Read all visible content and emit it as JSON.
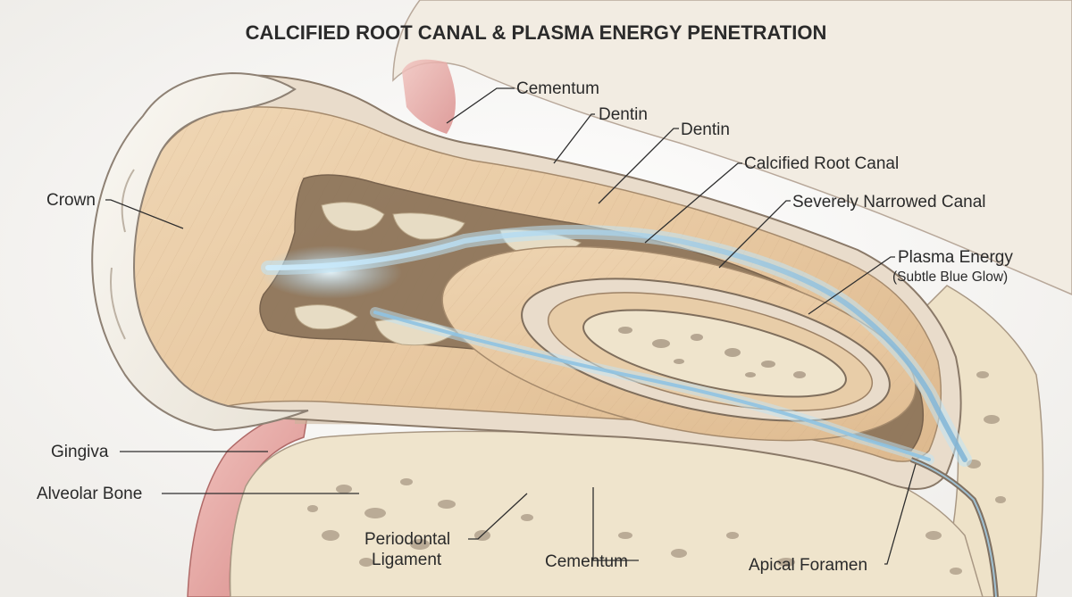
{
  "title": "CALCIFIED ROOT CANAL & PLASMA ENERGY PENETRATION",
  "labels": {
    "cementum_top": "Cementum",
    "dentin_1": "Dentin",
    "dentin_2": "Dentin",
    "calcified_root_canal": "Calcified Root Canal",
    "severely_narrowed_canal": "Severely Narrowed Canal",
    "plasma_energy": "Plasma Energy",
    "plasma_energy_sub": "(Subtle Blue Glow)",
    "crown": "Crown",
    "gingiva": "Gingiva",
    "alveolar_bone": "Alveolar Bone",
    "periodontal_line1": "Periodontal",
    "periodontal_line2": "Ligament",
    "cementum_bottom": "Cementum",
    "apical_foramen": "Apical Foramen"
  },
  "colors": {
    "dentin": "#e6c9a4",
    "enamel": "#f2eee6",
    "gingiva": "#e6a7a4",
    "bone": "#efe4cc",
    "plasma": "#bfe0f2"
  }
}
